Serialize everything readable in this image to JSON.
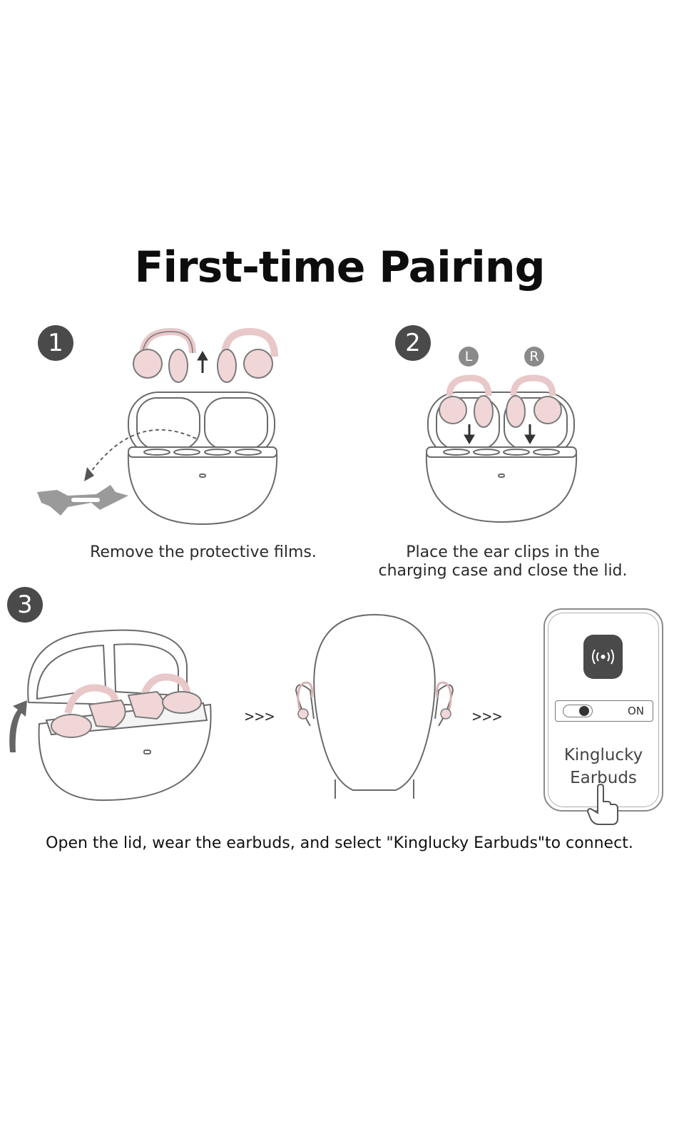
{
  "title": "First-time Pairing",
  "steps": [
    {
      "number": "1",
      "caption": "Remove the protective films."
    },
    {
      "number": "2",
      "caption_line1": "Place the ear clips in the",
      "caption_line2": "charging case and close the lid.",
      "left_label": "L",
      "right_label": "R"
    },
    {
      "number": "3"
    }
  ],
  "sequence_arrows": [
    ">>>",
    ">>>"
  ],
  "phone": {
    "toggle_label": "ON",
    "device_name_line1": "Kinglucky",
    "device_name_line2": "Earbuds"
  },
  "bottom_caption": "Open the lid, wear the earbuds, and select \"Kinglucky Earbuds\"to connect.",
  "colors": {
    "accent_pink": "#f1d6d8",
    "badge_gray": "#4a4a4a",
    "line": "#6a6a6a"
  }
}
